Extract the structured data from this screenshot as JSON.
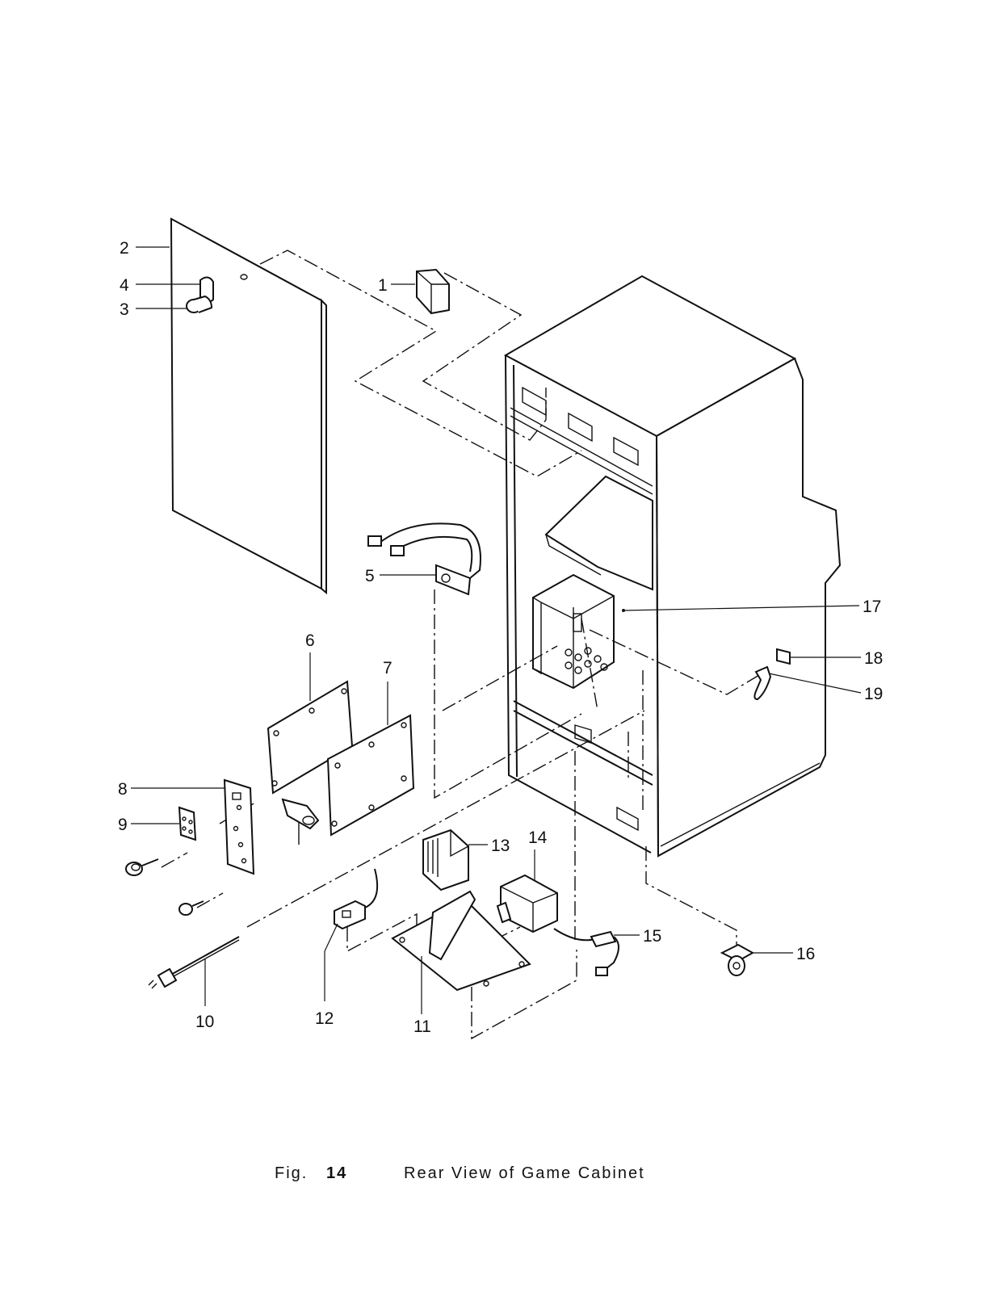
{
  "figure": {
    "number_prefix": "Fig.",
    "number": "14",
    "title": "Rear View of Game Cabinet"
  },
  "callouts": [
    "1",
    "2",
    "3",
    "4",
    "5",
    "6",
    "7",
    "8",
    "9",
    "10",
    "11",
    "12",
    "13",
    "14",
    "15",
    "16",
    "17",
    "18",
    "19"
  ],
  "colors": {
    "ink": "#111111",
    "paper": "#ffffff"
  }
}
